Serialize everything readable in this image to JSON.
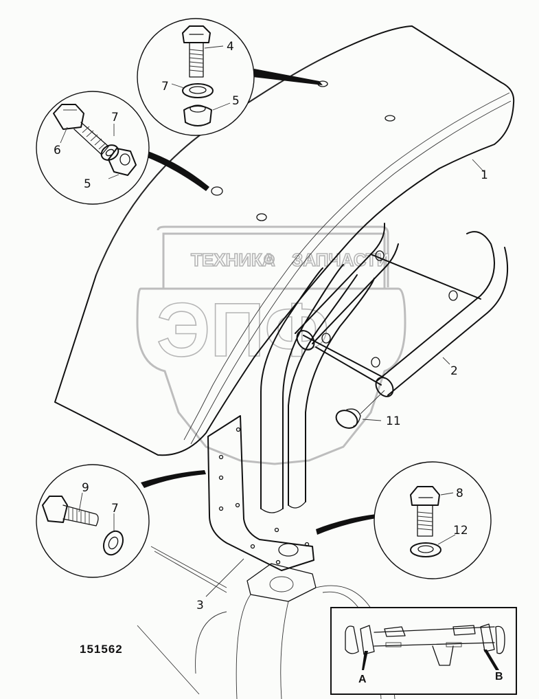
{
  "diagram": {
    "figure_number": "151562",
    "watermark": {
      "top_text": "ТЕХНИКА",
      "top_text_right": "ЗАПЧАСТИ",
      "logo_text": "ЭПФ",
      "gear_icon": "gear-icon"
    },
    "callouts": {
      "top_detail": [
        {
          "part": "4",
          "name": "bolt"
        },
        {
          "part": "7",
          "name": "washer"
        },
        {
          "part": "5",
          "name": "nut"
        }
      ],
      "left_detail": [
        {
          "part": "6",
          "name": "bolt"
        },
        {
          "part": "7",
          "name": "washer"
        },
        {
          "part": "5",
          "name": "nut"
        }
      ],
      "bottom_left_detail": [
        {
          "part": "9",
          "name": "bolt"
        },
        {
          "part": "7",
          "name": "washer"
        }
      ],
      "bottom_right_detail": [
        {
          "part": "8",
          "name": "bolt"
        },
        {
          "part": "12",
          "name": "washer"
        }
      ]
    },
    "parts": [
      {
        "part": "1",
        "name": "fender"
      },
      {
        "part": "2",
        "name": "support-tube"
      },
      {
        "part": "3",
        "name": "mounting-bracket"
      },
      {
        "part": "11",
        "name": "end-cap"
      }
    ],
    "inset": {
      "label_a": "A",
      "label_b": "B"
    }
  }
}
